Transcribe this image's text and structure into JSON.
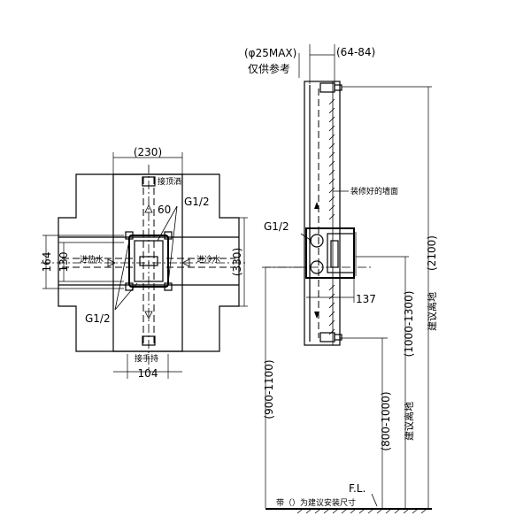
{
  "front_view": {
    "dim_top_width": "(230)",
    "label_top_outlet": "接顶洒",
    "dim_60": "60",
    "label_g12_top": "G1/2",
    "dim_164": "164",
    "dim_130": "130",
    "dim_330": "(330)",
    "label_hot_inlet": "进热水",
    "label_cold_inlet": "进冷水",
    "label_g12_bottom": "G1/2",
    "label_hand_shower": "接手持",
    "dim_104": "104"
  },
  "side_view": {
    "dim_pipe_max": "(φ25MAX)",
    "label_reference_only": "仅供参考",
    "dim_64_84": "(64-84)",
    "label_finished_wall": "装修好的墙面",
    "label_g12": "G1/2",
    "dim_137": "137",
    "dim_900_1100": "(900-1100)",
    "dim_800_1000": "(800-1000)",
    "label_recommended_height_1": "建议离地",
    "dim_1000_1300": "(1000-1300)",
    "label_recommended_height_2": "建议离地",
    "dim_2100": "(2100)",
    "label_floor_level": "F.L.",
    "note_brackets": "带（）为建议安装尺寸"
  }
}
